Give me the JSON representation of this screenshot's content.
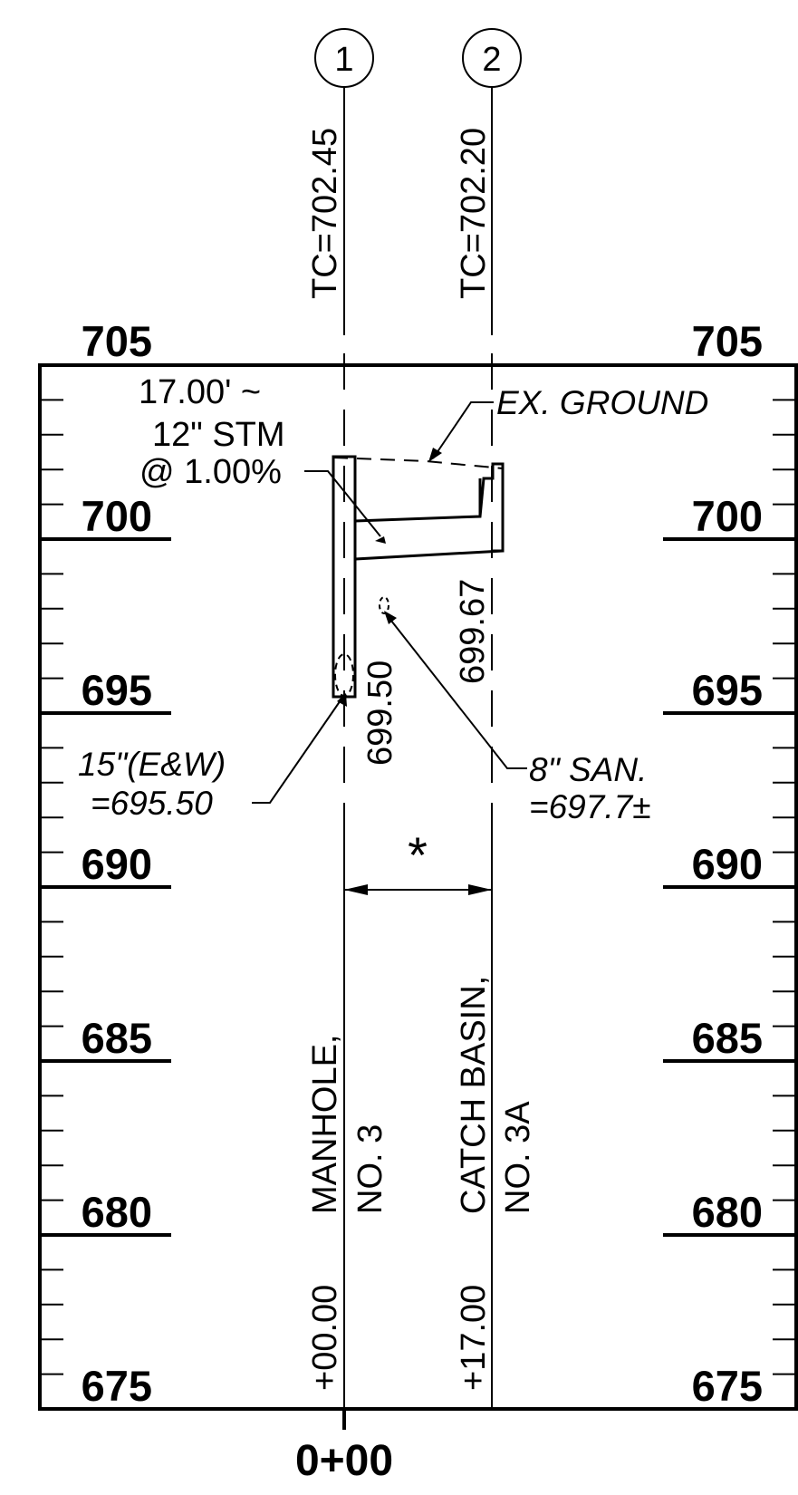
{
  "elevations": [
    "705",
    "700",
    "695",
    "690",
    "685",
    "680",
    "675"
  ],
  "station": "0+00",
  "structures": [
    {
      "bubble": "1",
      "top_of_casting": "TC=702.45",
      "name": "MANHOLE,",
      "number": "NO. 3",
      "offset": "+00.00",
      "invert": "699.50"
    },
    {
      "bubble": "2",
      "top_of_casting": "TC=702.20",
      "name": "CATCH BASIN,",
      "number": "NO. 3A",
      "offset": "+17.00",
      "invert": "699.67"
    }
  ],
  "pipe_note": [
    "17.00' ~",
    "12\" STM",
    "@ 1.00%"
  ],
  "ground_note": "EX. GROUND",
  "crossing_15": [
    "15\"(E&W)",
    "=695.50"
  ],
  "crossing_8": [
    "8\" SAN.",
    "=697.7±"
  ],
  "dimension_mark": "*"
}
